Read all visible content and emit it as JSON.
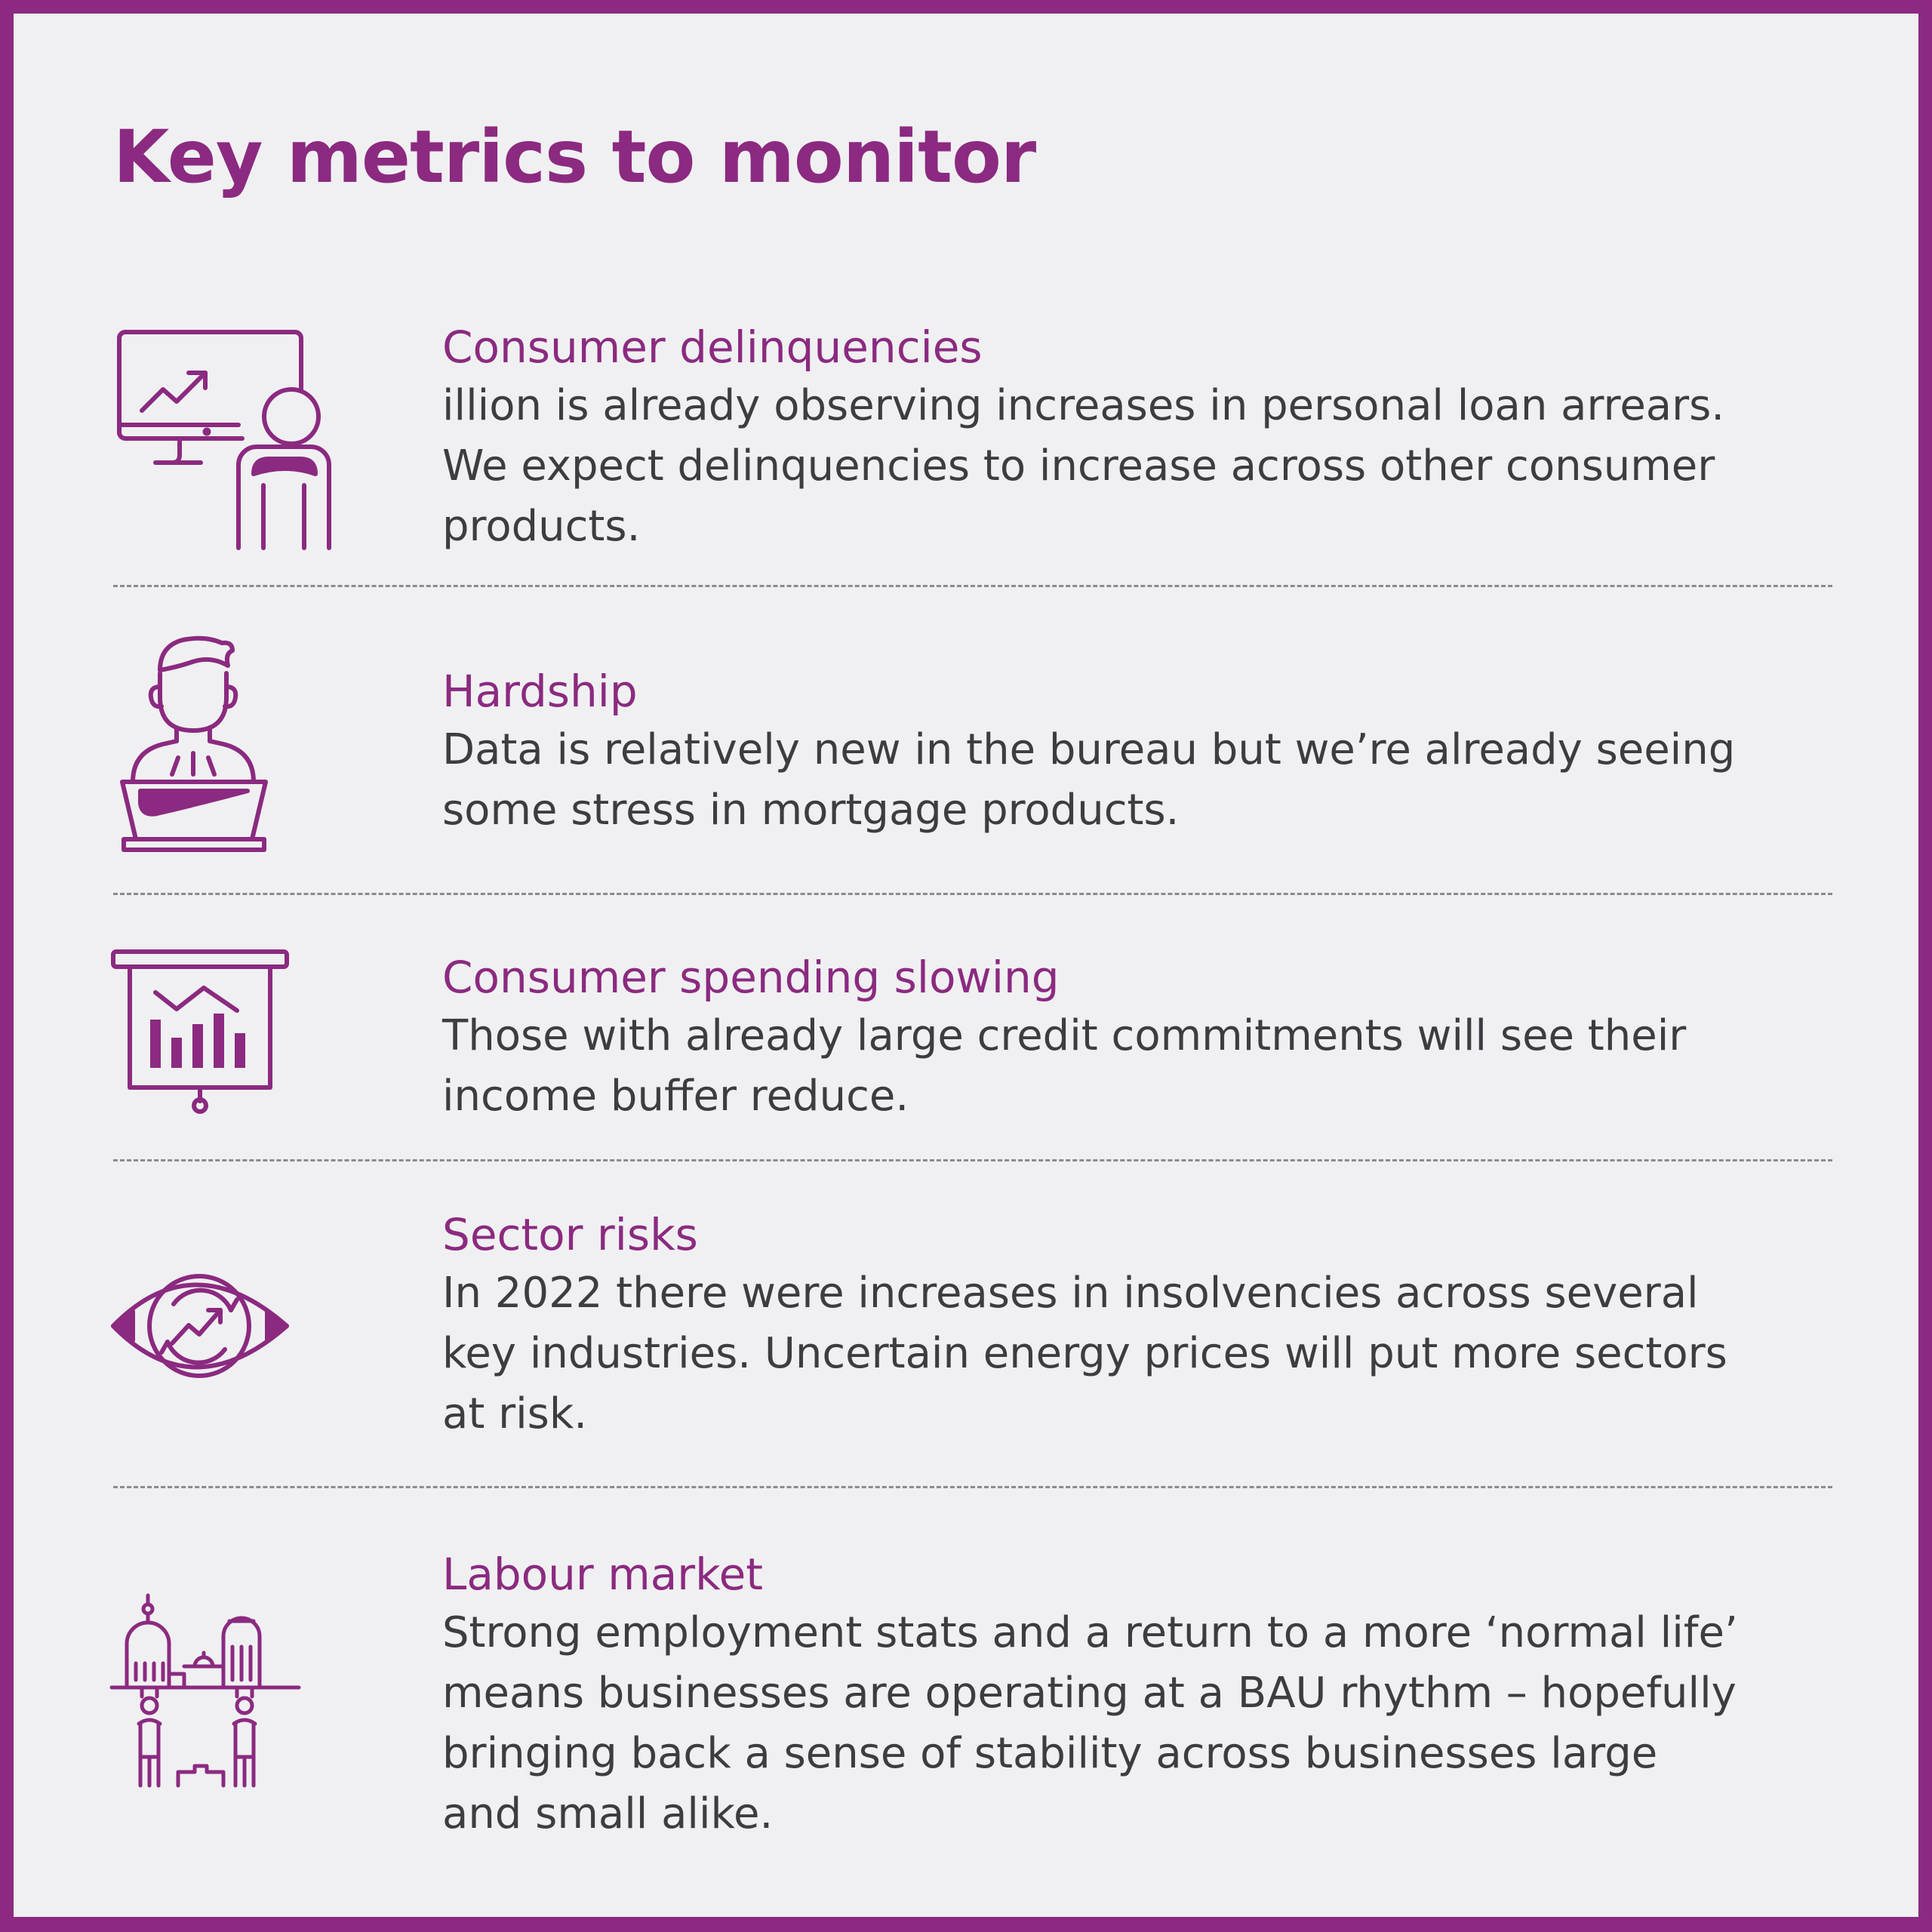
{
  "title": "Key metrics to monitor",
  "colors": {
    "brand": "#8b2a80",
    "background": "#f0f0f2",
    "body_text": "#3c3c41",
    "divider": "#8a8a90"
  },
  "items": [
    {
      "icon": "monitor-analyst-icon",
      "heading": "Consumer delinquencies",
      "body": "illion is already observing increases in personal loan arrears.\nWe expect delinquencies to increase across other consumer\nproducts."
    },
    {
      "icon": "person-at-laptop-icon",
      "heading": "Hardship",
      "body": "Data is relatively new in the bureau but we’re already seeing\nsome stress in mortgage products."
    },
    {
      "icon": "presentation-board-chart-icon",
      "heading": "Consumer spending slowing",
      "body": "Those with already large credit commitments will see their\nincome buffer reduce."
    },
    {
      "icon": "eye-trend-icon",
      "heading": "Sector risks",
      "body": "In 2022 there were increases in insolvencies across several\nkey industries. Uncertain energy prices will put more sectors\nat risk."
    },
    {
      "icon": "people-holding-city-icon",
      "heading": "Labour market",
      "body": "Strong employment stats and a return to a more ‘normal life’\nmeans businesses are operating at a BAU rhythm – hopefully\nbringing back a sense of stability across businesses large\nand small alike."
    }
  ]
}
